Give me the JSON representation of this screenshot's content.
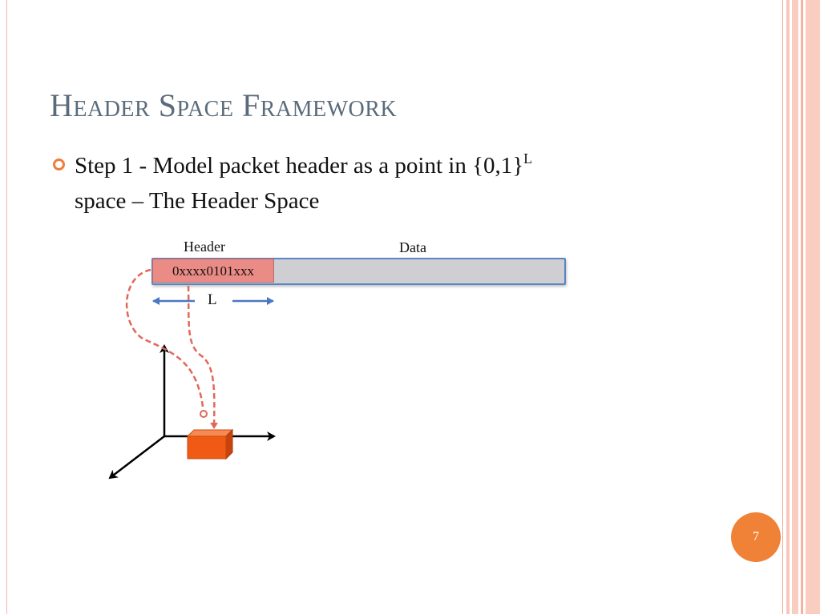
{
  "slide": {
    "title": "Header Space Framework",
    "bullet": {
      "text_main": "Step 1 - Model packet header as a point in {0,1}",
      "superscript": "L",
      "text_line2": "space – The Header Space"
    },
    "diagram": {
      "header_label": "Header",
      "data_label": "Data",
      "header_value": "0xxxx0101xxx",
      "length_label": "L"
    },
    "page_number": "7"
  },
  "colors": {
    "title": "#5a6b7b",
    "bullet_accent": "#ef7d3b",
    "header_field": "#eb8b86",
    "data_field": "#cfcfd3",
    "bar_border": "#5b84c4",
    "arrow_blue": "#4a78c2",
    "dashed_path": "#e0685a",
    "cube": "#f05a14",
    "page_badge": "#f08237",
    "side_stripes": "#f9cdbf"
  }
}
